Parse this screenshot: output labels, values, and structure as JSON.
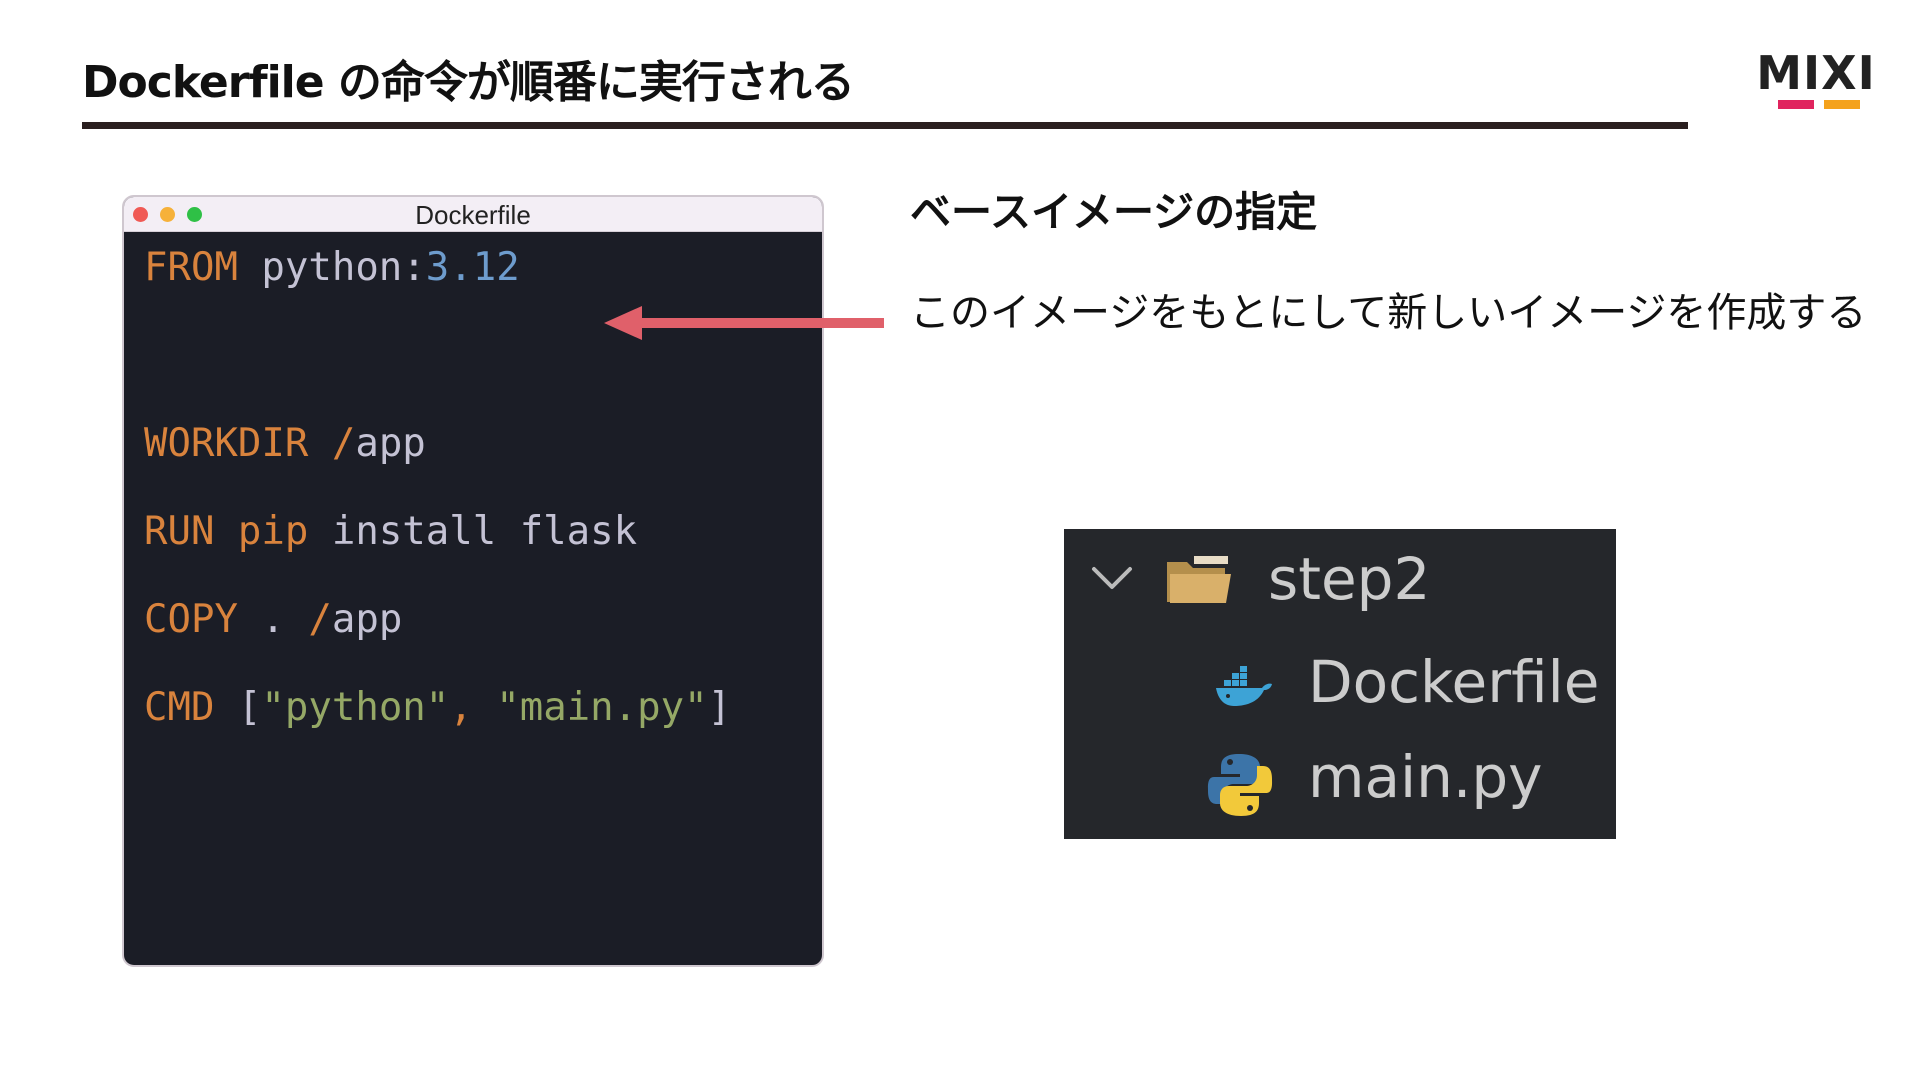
{
  "slide": {
    "title": "Dockerfile の命令が順番に実行される",
    "logo": {
      "text": "MIXI",
      "text_color": "#222222",
      "bar_colors": [
        "#e0245e",
        "#f4a21c"
      ]
    }
  },
  "code_window": {
    "title": "Dockerfile",
    "traffic_lights": [
      "#f05a55",
      "#f6b13a",
      "#2fc046"
    ],
    "lines": [
      [
        {
          "text": "FROM",
          "role": "keyword"
        },
        {
          "text": " python:",
          "role": "plain"
        },
        {
          "text": "3.12",
          "role": "number"
        }
      ],
      [
        {
          "text": "WORKDIR",
          "role": "keyword"
        },
        {
          "text": " /",
          "role": "keyword"
        },
        {
          "text": "app",
          "role": "plain"
        }
      ],
      [
        {
          "text": "RUN",
          "role": "keyword"
        },
        {
          "text": " pip",
          "role": "keyword"
        },
        {
          "text": " install flask",
          "role": "plain"
        }
      ],
      [
        {
          "text": "COPY",
          "role": "keyword"
        },
        {
          "text": " . ",
          "role": "plain"
        },
        {
          "text": "/",
          "role": "keyword"
        },
        {
          "text": "app",
          "role": "plain"
        }
      ],
      [
        {
          "text": "CMD",
          "role": "keyword"
        },
        {
          "text": " [",
          "role": "plain"
        },
        {
          "text": "\"python\"",
          "role": "string"
        },
        {
          "text": ", ",
          "role": "keyword"
        },
        {
          "text": "\"main.py\"",
          "role": "string"
        },
        {
          "text": "]",
          "role": "plain"
        }
      ]
    ],
    "colors": {
      "keyword": "#d9833d",
      "plain": "#c4c2d4",
      "number": "#6e9ccd",
      "string": "#95a866",
      "background": "#1b1d26"
    }
  },
  "annotation": {
    "heading": "ベースイメージの指定",
    "description": "このイメージをもとにして新しいイメージを作成する",
    "arrow_color": "#e0606a"
  },
  "file_explorer": {
    "folder": {
      "name": "step2",
      "icon": "folder-open-icon",
      "expand_icon": "chevron-down-icon"
    },
    "files": [
      {
        "name": "Dockerfile",
        "icon": "docker-icon"
      },
      {
        "name": "main.py",
        "icon": "python-icon"
      }
    ],
    "colors": {
      "background": "#25272b",
      "text": "#cccccc"
    }
  }
}
